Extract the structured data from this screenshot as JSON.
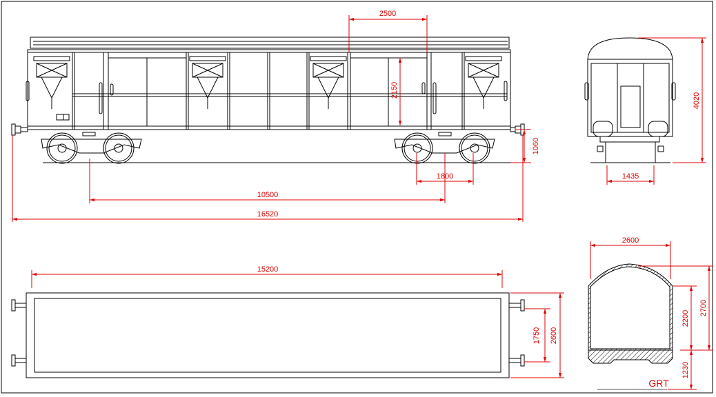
{
  "drawing": {
    "side_view": {
      "dim_door_width": "2500",
      "dim_door_height": "2150",
      "dim_floor_height": "1060",
      "dim_bogie_wheelbase": "1800",
      "dim_bogie_centers": "10500",
      "dim_length_over_buffers": "16520"
    },
    "end_view": {
      "dim_total_height": "4020",
      "dim_track_gauge": "1435"
    },
    "top_view": {
      "dim_body_length": "15200",
      "dim_buffer_spacing": "1750",
      "dim_body_width": "2600"
    },
    "cross_section": {
      "dim_inner_width": "2600",
      "dim_inner_height": "2700",
      "dim_side_height": "2200",
      "dim_floor_above_rail": "1230",
      "ground_label": "GRT"
    },
    "colors": {
      "dimension": "#e00000",
      "outline": "#000000"
    }
  }
}
